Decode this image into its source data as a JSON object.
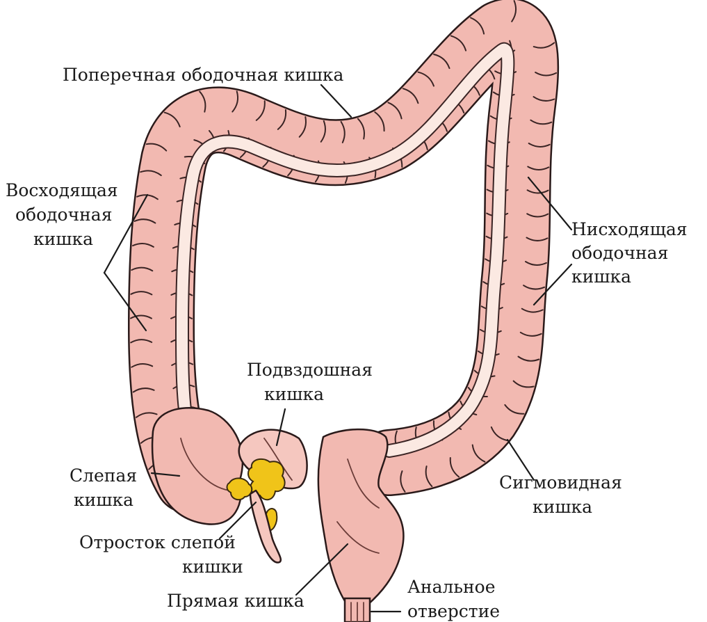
{
  "labels": {
    "transverse": "Поперечная ободочная кишка",
    "ascending_1": "Восходящая",
    "ascending_2": "ободочная",
    "ascending_3": "кишка",
    "descending_1": "Нисходящая",
    "descending_2": "ободочная",
    "descending_3": "кишка",
    "ileum_1": "Подвздошная",
    "ileum_2": "кишка",
    "cecum_1": "Слепая",
    "cecum_2": "кишка",
    "appendix_1": "Отросток слепой",
    "appendix_2": "кишки",
    "rectum": "Прямая кишка",
    "anus_1": "Анальное",
    "anus_2": "отверстие",
    "sigmoid_1": "Сигмовидная",
    "sigmoid_2": "кишка"
  },
  "colors": {
    "bowel": "#f2b9b1",
    "bowel_shade": "#e8a49b",
    "lumen": "#fbe9e2",
    "fat": "#f0c419",
    "outline": "#2a1a1a"
  }
}
